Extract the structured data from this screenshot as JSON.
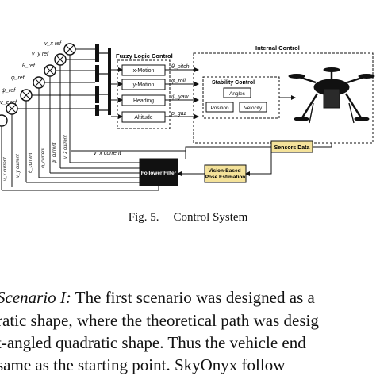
{
  "figure": {
    "blocks": {
      "fuzzy_title": "Fuzzy Logic Control",
      "fuzzy_items": [
        "x-Motion",
        "y-Motion",
        "Heading",
        "Altitude"
      ],
      "internal_title": "Internal Control",
      "stability_title": "Stability Control",
      "stability_items": [
        "Angles",
        "Position",
        "Velocity"
      ],
      "sensors": "Sensors Data",
      "follower": "Follower Filter",
      "vision": "Vision-Based\nPose Estimation"
    },
    "outputs": [
      "θ_pitch",
      "φ_roll",
      "ψ_yaw",
      "p_gaz"
    ],
    "refs": [
      "v_x ref",
      "v_y ref",
      "θ_ref",
      "φ_ref",
      "ψ_ref",
      "v_z ref"
    ],
    "currents": [
      "v_x current",
      "v_y current",
      "θ_current",
      "φ_current",
      "ψ_current",
      "v_z current"
    ],
    "feedback_label": "v_x current",
    "colors": {
      "sensors_fill": "#f4e29a",
      "vision_fill": "#f4e29a",
      "follower_fill": "#111111"
    }
  },
  "caption": {
    "label": "Fig. 5.",
    "text": "Control System"
  },
  "paragraph": {
    "lines": [
      "Scenario I:  The first scenario was designed as a",
      "ratic shape, where the theoretical path was desig",
      "t-angled quadratic shape. Thus the vehicle end",
      "same as the starting point. SkyOnyx follow"
    ]
  }
}
